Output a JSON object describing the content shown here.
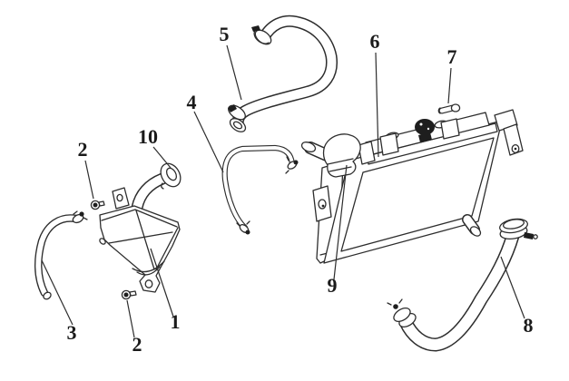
{
  "diagram": {
    "type": "exploded-parts-diagram",
    "subject": "radiator-cooling-system",
    "colors": {
      "line": "#2d2d2d",
      "background": "#ffffff",
      "cap_fill": "#1e1e1e"
    },
    "callouts": [
      {
        "number": "1",
        "part": "reserve-tank"
      },
      {
        "number": "2",
        "part": "tank-mount-bolt-upper"
      },
      {
        "number": "2",
        "part": "tank-mount-bolt-lower"
      },
      {
        "number": "3",
        "part": "reserve-tank-hose"
      },
      {
        "number": "4",
        "part": "overflow-hose"
      },
      {
        "number": "5",
        "part": "upper-radiator-hose"
      },
      {
        "number": "6",
        "part": "radiator"
      },
      {
        "number": "7",
        "part": "radiator-mount-bolt"
      },
      {
        "number": "8",
        "part": "lower-radiator-hose"
      },
      {
        "number": "9",
        "part": "radiator-filler-neck"
      },
      {
        "number": "10",
        "part": "tank-filler-ring"
      }
    ]
  }
}
